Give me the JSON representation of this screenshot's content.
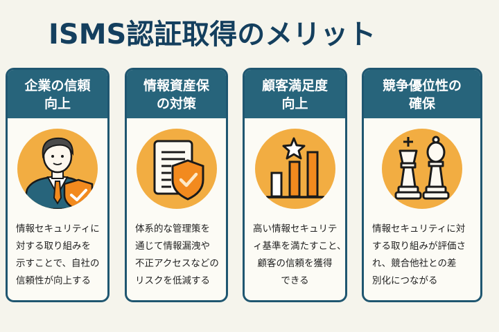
{
  "title": "ISMS認証取得のメリット",
  "colors": {
    "background": "#f5f4ec",
    "title": "#143f5e",
    "header": "#27647b",
    "border": "#1f5670",
    "icon_circle": "#f2ad42",
    "accent_orange": "#f28a1e"
  },
  "cards": [
    {
      "header": [
        "企業の信頼",
        "向上"
      ],
      "icon": "businessman-shield-check-icon",
      "body": [
        "情報セキュリティに",
        "対する取り組みを",
        "示すことで、自社の",
        "信頼性が向上する"
      ]
    },
    {
      "header": [
        "情報資産保",
        "の対策"
      ],
      "icon": "document-shield-check-icon",
      "body": [
        "体系的な管理策を",
        "通じて情報漏洩や",
        "不正アクセスなどの",
        "リスクを低減する"
      ]
    },
    {
      "header": [
        "顧客満足度",
        "向上"
      ],
      "icon": "bar-chart-star-icon",
      "body": [
        "高い情報セキュリテ",
        "ィ基準を満たすこと、",
        "顧客の信頼を獲得",
        "できる"
      ]
    },
    {
      "header": [
        "競争優位性の",
        "確保"
      ],
      "icon": "chess-pieces-icon",
      "body": [
        "情報セキュリティに対",
        "する取り組みが評価さ",
        "れ、競合他社との差",
        "別化につながる"
      ]
    }
  ]
}
